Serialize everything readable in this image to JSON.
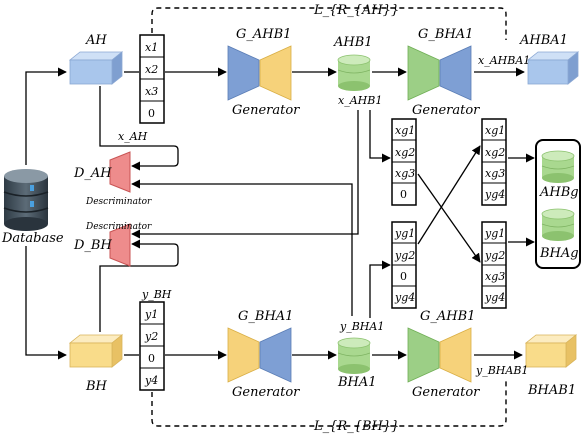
{
  "title": "",
  "database_label": "Database",
  "domains": {
    "ah": "AH",
    "bh": "BH"
  },
  "loss_top": "L_{R_{AH}}",
  "loss_bottom": "L_{R_{BH}}",
  "vectors": {
    "ah": [
      "x1",
      "x2",
      "x3",
      "0"
    ],
    "bh": [
      "y1",
      "y2",
      "0",
      "y4"
    ],
    "xg_left": [
      "xg1",
      "xg2",
      "xg3",
      "0"
    ],
    "yg_left": [
      "yg1",
      "yg2",
      "0",
      "yg4"
    ],
    "xg_right": [
      "xg1",
      "xg2",
      "xg3",
      "yg4"
    ],
    "yg_right": [
      "yg1",
      "yg2",
      "xg3",
      "yg4"
    ]
  },
  "labels": {
    "x_ah": "x_AH",
    "y_bh": "y_BH",
    "x_ahb1": "x_AHB1",
    "y_bha1": "y_BHA1",
    "x_ahba1": "x_AHBA1",
    "y_bhab1": "y_BHAB1"
  },
  "generators": {
    "top_left": {
      "name": "G_AHB1",
      "caption": "Generator"
    },
    "top_right": {
      "name": "G_BHA1",
      "caption": "Generator"
    },
    "bottom_left": {
      "name": "G_BHA1",
      "caption": "Generator"
    },
    "bottom_right": {
      "name": "G_AHB1",
      "caption": "Generator"
    }
  },
  "discriminators": {
    "top": {
      "name": "D_AH",
      "caption": "Descriminator"
    },
    "bottom": {
      "name": "D_BH",
      "caption": "Descriminator"
    }
  },
  "cylinders": {
    "ahb1": "AHB1",
    "bha1": "BHA1",
    "ahbg": "AHBg",
    "bhag": "BHAg"
  },
  "outputs": {
    "ahba1": "AHBA1",
    "bhab1": "BHAB1"
  },
  "colors": {
    "blue": "#a9c6ec",
    "blue_dark": "#6f93c8",
    "yellow": "#f9dc8a",
    "yellow_dark": "#e3b54a",
    "green": "#a9d88f",
    "green_dark": "#6fae55",
    "red": "#ee8c8c",
    "red_dark": "#c85555",
    "gen_blue": "#7e9fd4",
    "gen_yellow": "#f6d27a",
    "gen_green": "#9ccf86"
  }
}
